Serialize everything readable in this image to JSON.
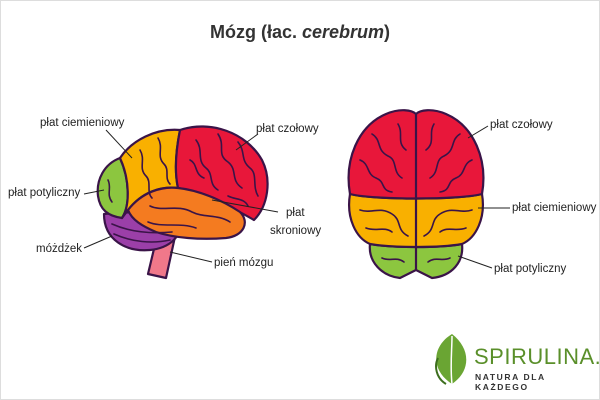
{
  "title": {
    "prefix": "Mózg (łac. ",
    "latin": "cerebrum",
    "suffix": ")"
  },
  "side_view": {
    "labels": {
      "parietal": "płat ciemieniowy",
      "frontal": "płat czołowy",
      "occipital": "płat potyliczny",
      "temporal_line1": "płat",
      "temporal_line2": "skroniowy",
      "cerebellum": "móżdżek",
      "brainstem": "pień mózgu"
    }
  },
  "top_view": {
    "labels": {
      "frontal": "płat czołowy",
      "parietal": "płat ciemieniowy",
      "occipital": "płat potyliczny"
    }
  },
  "colors": {
    "frontal": "#e8173a",
    "parietal": "#f9b000",
    "temporal": "#f47b20",
    "occipital": "#8cc63f",
    "cerebellum": "#9b3fa8",
    "brainstem": "#f0788a",
    "outline": "#3a1448"
  },
  "logo": {
    "icon": "leaf-icon",
    "brand": "SPIRULINA.PL",
    "tagline": "NATURA DLA KAŻDEGO"
  }
}
